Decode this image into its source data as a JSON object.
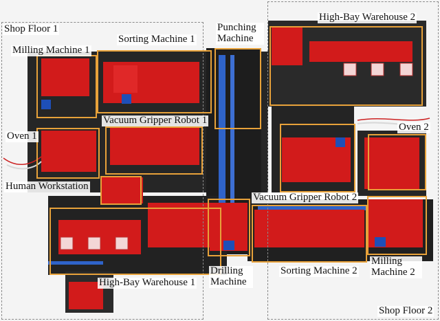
{
  "floors": {
    "shop_floor_1": "Shop Floor 1",
    "shop_floor_2": "Shop Floor 2"
  },
  "stations": {
    "milling_machine_1": "Milling Machine 1",
    "sorting_machine_1": "Sorting Machine 1",
    "punching_machine": "Punching Machine",
    "high_bay_warehouse_2": "High-Bay Warehouse 2",
    "oven_1": "Oven 1",
    "vacuum_gripper_robot_1": "Vacuum Gripper Robot 1",
    "oven_2": "Oven 2",
    "human_workstation": "Human Workstation",
    "vacuum_gripper_robot_2": "Vacuum Gripper Robot 2",
    "drilling_machine": "Drilling Machine",
    "sorting_machine_2": "Sorting Machine 2",
    "milling_machine_2": "Milling Machine 2",
    "high_bay_warehouse_1": "High-Bay Warehouse 1"
  },
  "colors": {
    "station_outline": "#e8a23a",
    "floor_outline": "#8a8a8a",
    "machine_red": "#d21b1b",
    "rail_blue": "#2f63c9",
    "board_black": "#1e1e1e"
  }
}
